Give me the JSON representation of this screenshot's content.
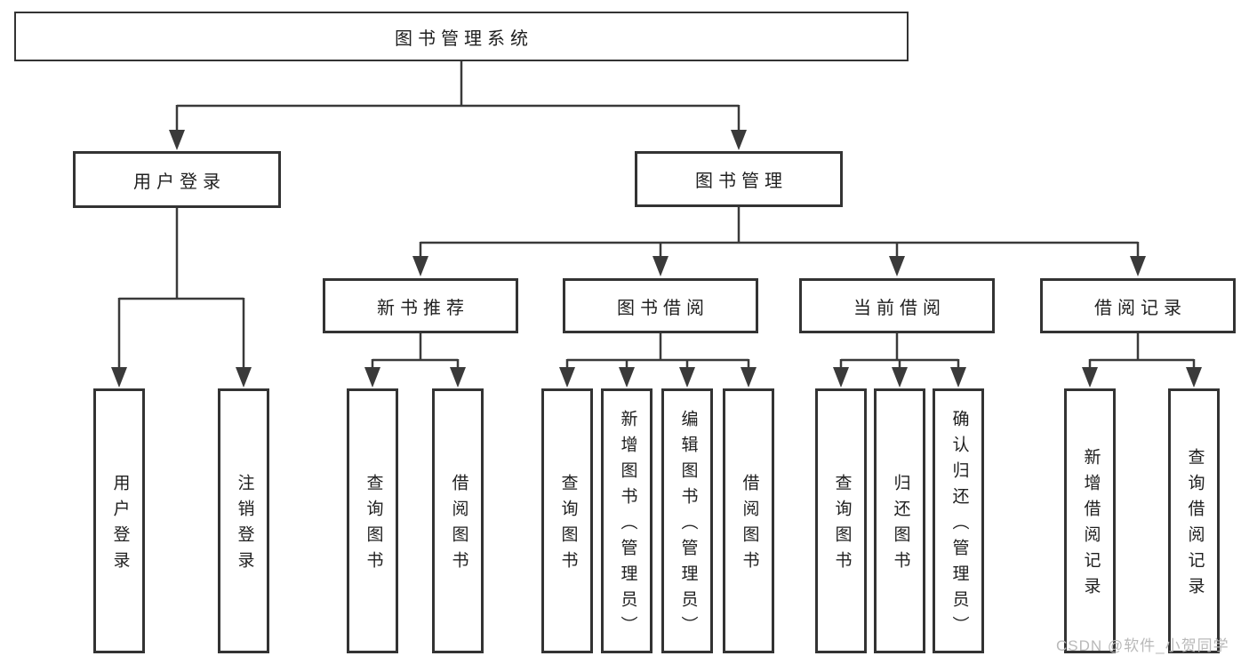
{
  "diagram": {
    "title": "图书管理系统",
    "groups": [
      {
        "label": "用户登录",
        "children": [
          "用户登录",
          "注销登录"
        ]
      },
      {
        "label": "图书管理",
        "sections": [
          {
            "label": "新书推荐",
            "children": [
              "查询图书",
              "借阅图书"
            ]
          },
          {
            "label": "图书借阅",
            "children": [
              "查询图书",
              "新增图书（管理员）",
              "编辑图书（管理员）",
              "借阅图书"
            ]
          },
          {
            "label": "当前借阅",
            "children": [
              "查询图书",
              "归还图书",
              "确认归还（管理员）"
            ]
          },
          {
            "label": "借阅记录",
            "children": [
              "新增借阅记录",
              "查询借阅记录"
            ]
          }
        ]
      }
    ]
  },
  "watermark": {
    "text": "CSDN @软件_小贺同学"
  },
  "colors": {
    "background": "#ffffff",
    "line": "#3a3a3a",
    "box_border": "#333333",
    "text": "#1f1f1f",
    "watermark": "#b9b9b9"
  }
}
